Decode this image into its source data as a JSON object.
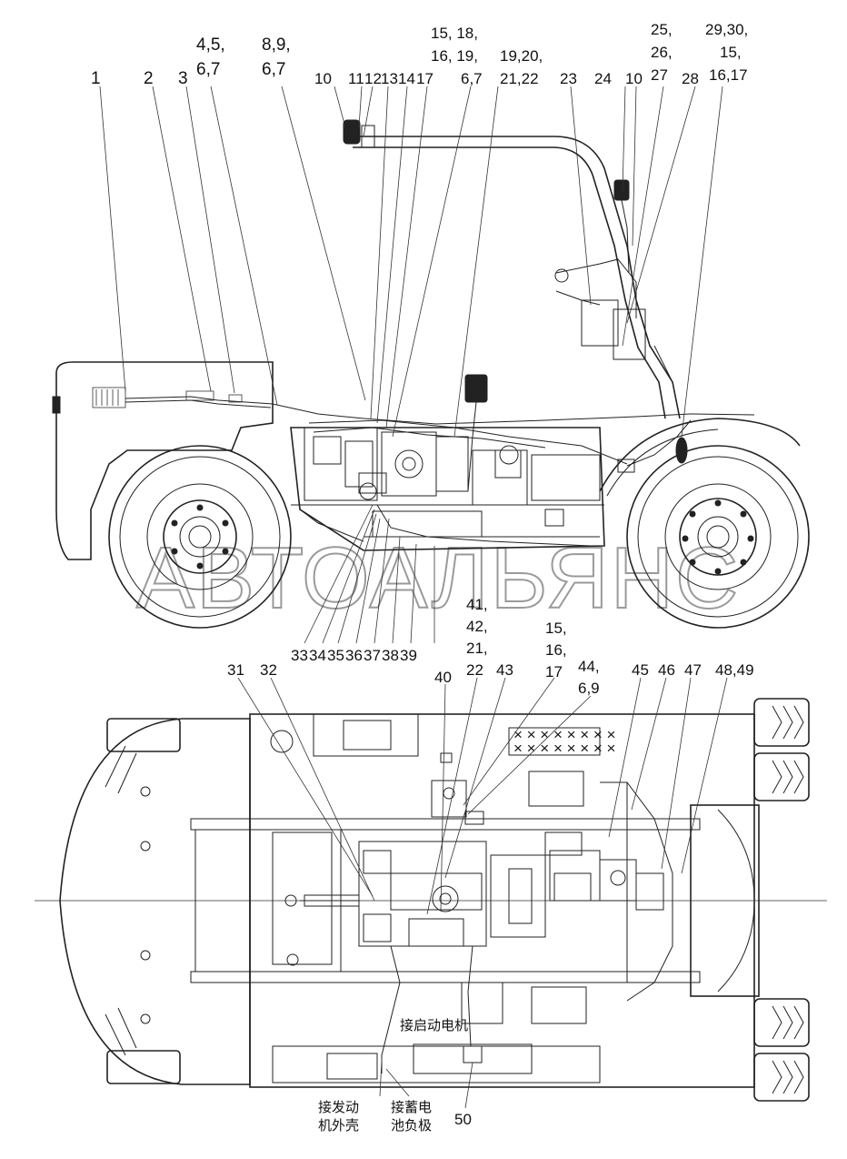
{
  "watermark": "АВТОАЛЬЯНС",
  "side_view": {
    "callouts": [
      {
        "text": "1"
      },
      {
        "text": "2"
      },
      {
        "text": "3"
      },
      {
        "text": "4,5,"
      },
      {
        "text": "6,7"
      },
      {
        "text": "8,9,"
      },
      {
        "text": "6,7"
      },
      {
        "text": "10"
      },
      {
        "text": "11"
      },
      {
        "text": "12"
      },
      {
        "text": "13"
      },
      {
        "text": "14"
      },
      {
        "text": "17"
      },
      {
        "text": "15, 18,"
      },
      {
        "text": "16, 19,"
      },
      {
        "text": "6,7"
      },
      {
        "text": "19,20,"
      },
      {
        "text": "21,22"
      },
      {
        "text": "23"
      },
      {
        "text": "24"
      },
      {
        "text": "10"
      },
      {
        "text": "25,"
      },
      {
        "text": "26,"
      },
      {
        "text": "27"
      },
      {
        "text": "28"
      },
      {
        "text": "29,30,"
      },
      {
        "text": "15,"
      },
      {
        "text": "16,17"
      },
      {
        "text": "33"
      },
      {
        "text": "34"
      },
      {
        "text": "35"
      },
      {
        "text": "36"
      },
      {
        "text": "37"
      },
      {
        "text": "38"
      },
      {
        "text": "39"
      }
    ]
  },
  "top_view": {
    "callouts": [
      {
        "text": "31"
      },
      {
        "text": "32"
      },
      {
        "text": "40"
      },
      {
        "text": "41,"
      },
      {
        "text": "42,"
      },
      {
        "text": "21,"
      },
      {
        "text": "22"
      },
      {
        "text": "43"
      },
      {
        "text": "15,"
      },
      {
        "text": "16,"
      },
      {
        "text": "17"
      },
      {
        "text": "44,"
      },
      {
        "text": "6,9"
      },
      {
        "text": "45"
      },
      {
        "text": "46"
      },
      {
        "text": "47"
      },
      {
        "text": "48,49"
      },
      {
        "text": "50"
      }
    ],
    "notes": {
      "starter_motor": "接启动电机",
      "engine_housing_line1": "接发动",
      "engine_housing_line2": "机外壳",
      "battery_negative_line1": "接蓄电",
      "battery_negative_line2": "池负极"
    }
  }
}
